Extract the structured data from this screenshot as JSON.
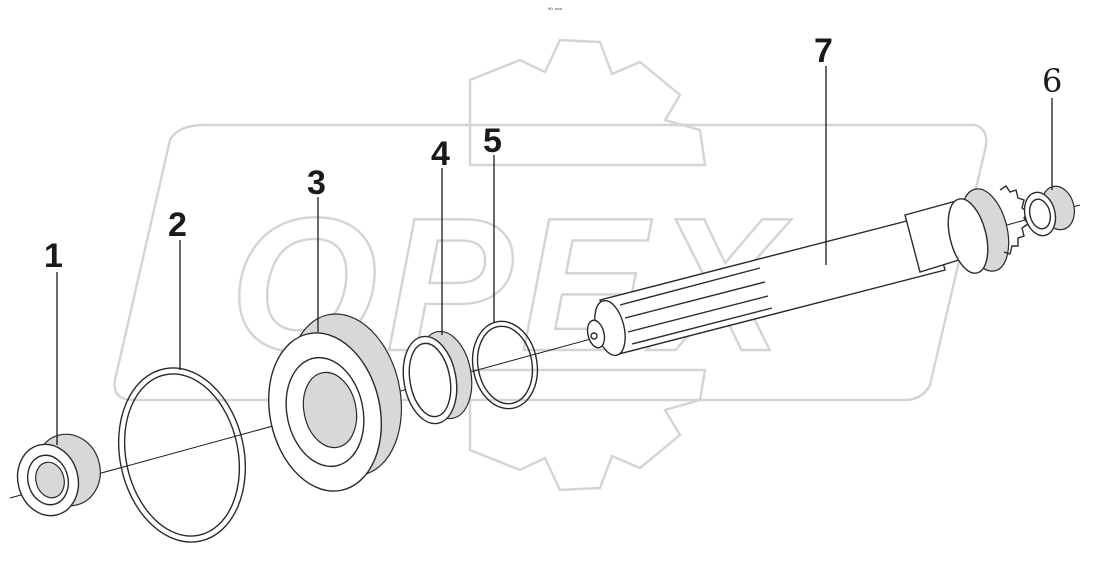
{
  "header": {
    "mark": "⁹⁰ ᵒᵒᵒ"
  },
  "watermark": {
    "text": "OPEX"
  },
  "callouts": [
    {
      "id": "1",
      "label": "1"
    },
    {
      "id": "2",
      "label": "2"
    },
    {
      "id": "3",
      "label": "3"
    },
    {
      "id": "4",
      "label": "4"
    },
    {
      "id": "5",
      "label": "5"
    },
    {
      "id": "6",
      "label": "6"
    },
    {
      "id": "7",
      "label": "7"
    }
  ],
  "colors": {
    "line": "#2a2a2a",
    "watermark": "#d4d4d4",
    "background": "#ffffff"
  }
}
